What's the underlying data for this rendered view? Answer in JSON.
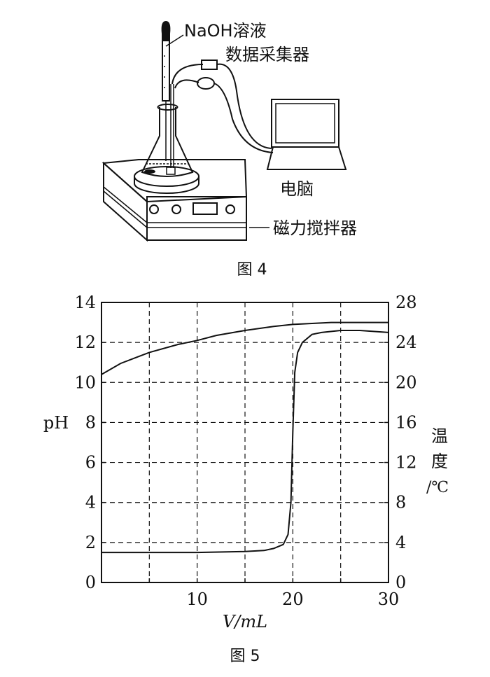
{
  "figure4": {
    "labels": {
      "naoh": "NaOH溶液",
      "collector": "数据采集器",
      "computer": "电脑",
      "stirrer": "磁力搅拌器"
    },
    "caption": "图 4"
  },
  "figure5": {
    "caption": "图 5"
  },
  "chart_data": {
    "type": "line",
    "xlabel": "V/mL",
    "ylabel_left": "pH",
    "ylabel_right": [
      "温",
      "度",
      "/℃"
    ],
    "xlim": [
      0,
      30
    ],
    "ylim_left": [
      0,
      14
    ],
    "ylim_right": [
      0,
      28
    ],
    "x_ticks": [
      10,
      20,
      30
    ],
    "y_ticks_left": [
      0,
      2,
      4,
      6,
      8,
      10,
      12,
      14
    ],
    "y_ticks_right": [
      0,
      4,
      8,
      12,
      16,
      20,
      24,
      28
    ],
    "grid": true,
    "series": [
      {
        "axis": "right",
        "x": [
          0,
          2,
          5,
          8,
          10,
          12,
          15,
          18,
          20,
          22,
          24,
          26,
          28,
          30
        ],
        "values": [
          20.8,
          21.9,
          23.0,
          23.8,
          24.2,
          24.7,
          25.2,
          25.6,
          25.8,
          25.9,
          26.0,
          26.0,
          26.0,
          26.0
        ]
      },
      {
        "axis": "left",
        "x": [
          0,
          5,
          10,
          15,
          17,
          18,
          19,
          19.5,
          19.8,
          20.0,
          20.2,
          20.5,
          21,
          22,
          23,
          25,
          27,
          30
        ],
        "values": [
          1.5,
          1.5,
          1.5,
          1.55,
          1.6,
          1.7,
          1.9,
          2.4,
          4.0,
          7.5,
          10.5,
          11.5,
          12.0,
          12.4,
          12.5,
          12.6,
          12.6,
          12.5
        ]
      }
    ]
  }
}
